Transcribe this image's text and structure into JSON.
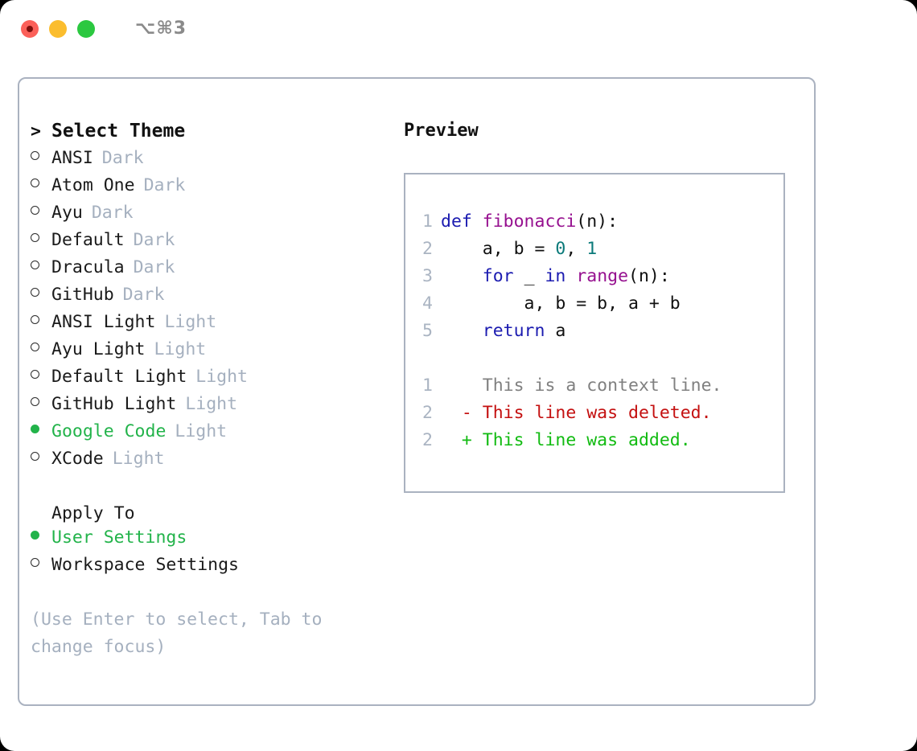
{
  "window": {
    "shortcut_label": "⌥⌘3",
    "traffic_lights": [
      {
        "name": "close-button",
        "color": "#fb6059"
      },
      {
        "name": "minimize-button",
        "color": "#fbbd2e"
      },
      {
        "name": "maximize-button",
        "color": "#2bc840"
      }
    ]
  },
  "theme_picker": {
    "header": {
      "caret": ">",
      "title": "Select Theme"
    },
    "items": [
      {
        "name": "ANSI",
        "tag": "Dark",
        "selected": false
      },
      {
        "name": "Atom One",
        "tag": "Dark",
        "selected": false
      },
      {
        "name": "Ayu",
        "tag": "Dark",
        "selected": false
      },
      {
        "name": "Default",
        "tag": "Dark",
        "selected": false
      },
      {
        "name": "Dracula",
        "tag": "Dark",
        "selected": false
      },
      {
        "name": "GitHub",
        "tag": "Dark",
        "selected": false
      },
      {
        "name": "ANSI Light",
        "tag": "Light",
        "selected": false
      },
      {
        "name": "Ayu Light",
        "tag": "Light",
        "selected": false
      },
      {
        "name": "Default Light",
        "tag": "Light",
        "selected": false
      },
      {
        "name": "GitHub Light",
        "tag": "Light",
        "selected": false
      },
      {
        "name": "Google Code",
        "tag": "Light",
        "selected": true
      },
      {
        "name": "XCode",
        "tag": "Light",
        "selected": false
      }
    ]
  },
  "apply_to": {
    "title": "Apply To",
    "options": [
      {
        "name": "User Settings",
        "selected": true
      },
      {
        "name": "Workspace Settings",
        "selected": false
      }
    ]
  },
  "hint": "(Use Enter to select, Tab to change focus)",
  "preview": {
    "title": "Preview",
    "code_lines": [
      {
        "number": "1",
        "tokens": [
          {
            "text": "def ",
            "kind": "kw"
          },
          {
            "text": "fibonacci",
            "kind": "fn"
          },
          {
            "text": "(n):",
            "kind": "pl"
          }
        ]
      },
      {
        "number": "2",
        "tokens": [
          {
            "text": "    a, b = ",
            "kind": "pl"
          },
          {
            "text": "0",
            "kind": "num"
          },
          {
            "text": ", ",
            "kind": "pl"
          },
          {
            "text": "1",
            "kind": "num"
          }
        ]
      },
      {
        "number": "3",
        "tokens": [
          {
            "text": "    ",
            "kind": "pl"
          },
          {
            "text": "for",
            "kind": "kw"
          },
          {
            "text": " _ ",
            "kind": "pl"
          },
          {
            "text": "in",
            "kind": "kw"
          },
          {
            "text": " ",
            "kind": "pl"
          },
          {
            "text": "range",
            "kind": "fn"
          },
          {
            "text": "(n):",
            "kind": "pl"
          }
        ]
      },
      {
        "number": "4",
        "tokens": [
          {
            "text": "        a, b = b, a + b",
            "kind": "pl"
          }
        ]
      },
      {
        "number": "5",
        "tokens": [
          {
            "text": "    ",
            "kind": "pl"
          },
          {
            "text": "return",
            "kind": "kw"
          },
          {
            "text": " a",
            "kind": "pl"
          }
        ]
      }
    ],
    "diff_lines": [
      {
        "number": "1",
        "sign": " ",
        "text": "This is a context line.",
        "kind": "ctx"
      },
      {
        "number": "2",
        "sign": "-",
        "text": "This line was deleted.",
        "kind": "del"
      },
      {
        "number": "2",
        "sign": "+",
        "text": "This line was added.",
        "kind": "add"
      }
    ]
  },
  "colors": {
    "accent_green": "#22b34a",
    "muted_tag": "#a5b0bf",
    "border": "#aab2c0",
    "keyword": "#1b1bb0",
    "function": "#96108f",
    "number": "#0b7a7a",
    "diff_added": "#11bb11",
    "diff_deleted": "#c41010",
    "diff_context": "#808080"
  }
}
